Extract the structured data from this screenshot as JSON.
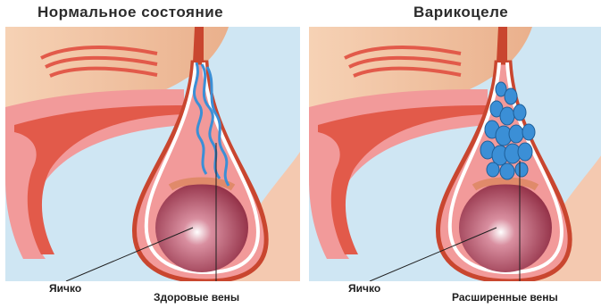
{
  "titles": {
    "left": "Нормальное состояние",
    "right": "Варикоцеле"
  },
  "labels": {
    "left_testis": "Яичко",
    "left_veins": "Здоровые вены",
    "right_testis": "Яичко",
    "right_veins": "Расширенные вены"
  },
  "colors": {
    "skin": "#f2c7a6",
    "tissue_pink": "#f29a9a",
    "penis_red": "#e25a4a",
    "scrotum_outline": "#c9462f",
    "testis": "#a43a50",
    "vein_blue": "#3b8fd6",
    "background_blue": "#cfe6f3"
  }
}
